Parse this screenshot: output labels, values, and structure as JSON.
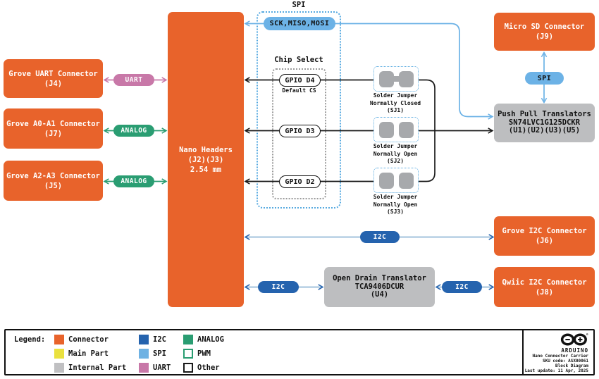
{
  "colors": {
    "connector_orange": "#E8632B",
    "main_part_yellow": "#EAE13F",
    "internal_gray": "#BDBEC0",
    "i2c_blue": "#2563AE",
    "spi_light_blue": "#6CB2E6",
    "uart_pink": "#C878A8",
    "analog_green": "#2A9D72",
    "wire_black": "#1A1A1A"
  },
  "diagram": {
    "left_connectors": [
      {
        "title": "Grove UART Connector",
        "ref": "(J4)",
        "bus": "UART"
      },
      {
        "title": "Grove A0-A1 Connector",
        "ref": "(J7)",
        "bus": "ANALOG"
      },
      {
        "title": "Grove A2-A3 Connector",
        "ref": "(J5)",
        "bus": "ANALOG"
      }
    ],
    "nano_headers": {
      "line1": "Nano Headers",
      "line2": "(J2)(J3)",
      "line3": "2.54 mm"
    },
    "spi_group": {
      "label": "SPI",
      "signals_pill": "SCK,MISO,MOSI"
    },
    "chip_select": {
      "label": "Chip Select",
      "default_note": "Default CS",
      "pins": [
        "GPIO D4",
        "GPIO D3",
        "GPIO D2"
      ]
    },
    "solder_jumpers": [
      {
        "line1": "Solder Jumper",
        "line2": "Normally Closed",
        "ref": "(SJ1)"
      },
      {
        "line1": "Solder Jumper",
        "line2": "Normally Open",
        "ref": "(SJ2)"
      },
      {
        "line1": "Solder Jumper",
        "line2": "Normally Open",
        "ref": "(SJ3)"
      }
    ],
    "micro_sd": {
      "title": "Micro SD Connector",
      "ref": "(J9)"
    },
    "sd_bus_pill": "SPI",
    "push_pull": {
      "line1": "Push Pull Translators",
      "line2": "SN74LVC1G125DCKR",
      "line3": "(U1)(U2)(U3)(U5)"
    },
    "grove_i2c": {
      "title": "Grove I2C Connector",
      "ref": "(J6)"
    },
    "open_drain": {
      "line1": "Open Drain Translator",
      "line2": "TCA9406DCUR",
      "line3": "(U4)"
    },
    "qwiic_i2c": {
      "title": "Qwiic I2C Connector",
      "ref": "(J8)"
    },
    "i2c_pills": [
      "I2C",
      "I2C",
      "I2C"
    ]
  },
  "legend": {
    "title": "Legend:",
    "items": [
      {
        "label": "Connector",
        "color": "#E8632B"
      },
      {
        "label": "Main Part",
        "color": "#EAE13F"
      },
      {
        "label": "Internal Part",
        "color": "#C0C0C2"
      },
      {
        "label": "I2C",
        "color": "#2563AE"
      },
      {
        "label": "SPI",
        "color": "#6FB2E3"
      },
      {
        "label": "UART",
        "color": "#C878A8"
      },
      {
        "label": "ANALOG",
        "color": "#2A9D72"
      },
      {
        "label": "PWM",
        "color": "#FFFFFF",
        "border": "#2A9D72"
      },
      {
        "label": "Other",
        "color": "#FFFFFF",
        "border": "#1A1A1A"
      }
    ]
  },
  "footer": {
    "brand": "ARDUINO",
    "product": "Nano Connector Carrier",
    "sku": "SKU code: ASX00061",
    "doc_type": "Block Diagram",
    "last_update": "Last update: 11 Apr, 2025"
  }
}
